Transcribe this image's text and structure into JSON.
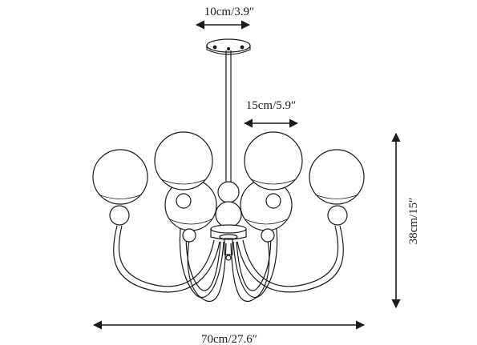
{
  "dimensions": {
    "canopy_width": "10cm/3.9″",
    "globe_diameter": "15cm/5.9″",
    "height": "38cm/15″",
    "width": "70cm/27.6″"
  },
  "colors": {
    "line": "#1a1a1a",
    "background": "#ffffff"
  }
}
